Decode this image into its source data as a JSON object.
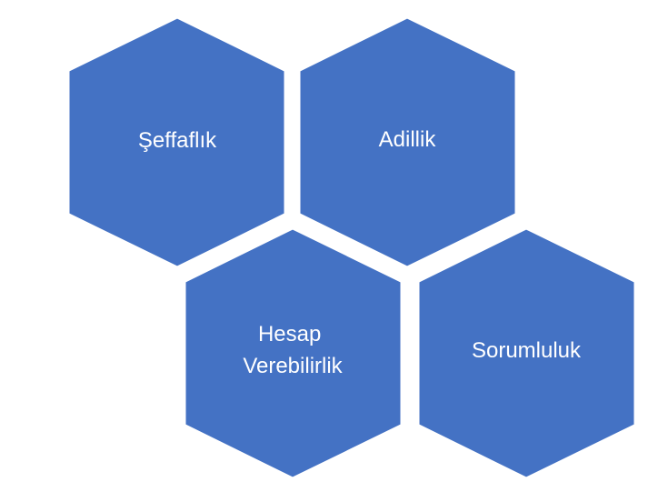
{
  "diagram": {
    "hex_color": "#4472C4",
    "text_color": "#FFFFFF",
    "hexagons": [
      {
        "id": "seffaflik",
        "lines": [
          "Şeffaflık"
        ]
      },
      {
        "id": "adillik",
        "lines": [
          "Adillik"
        ]
      },
      {
        "id": "hesap-verebilirlik",
        "lines": [
          "Hesap",
          "Verebilirlik"
        ]
      },
      {
        "id": "sorumluluk",
        "lines": [
          "Sorumluluk"
        ]
      }
    ]
  }
}
